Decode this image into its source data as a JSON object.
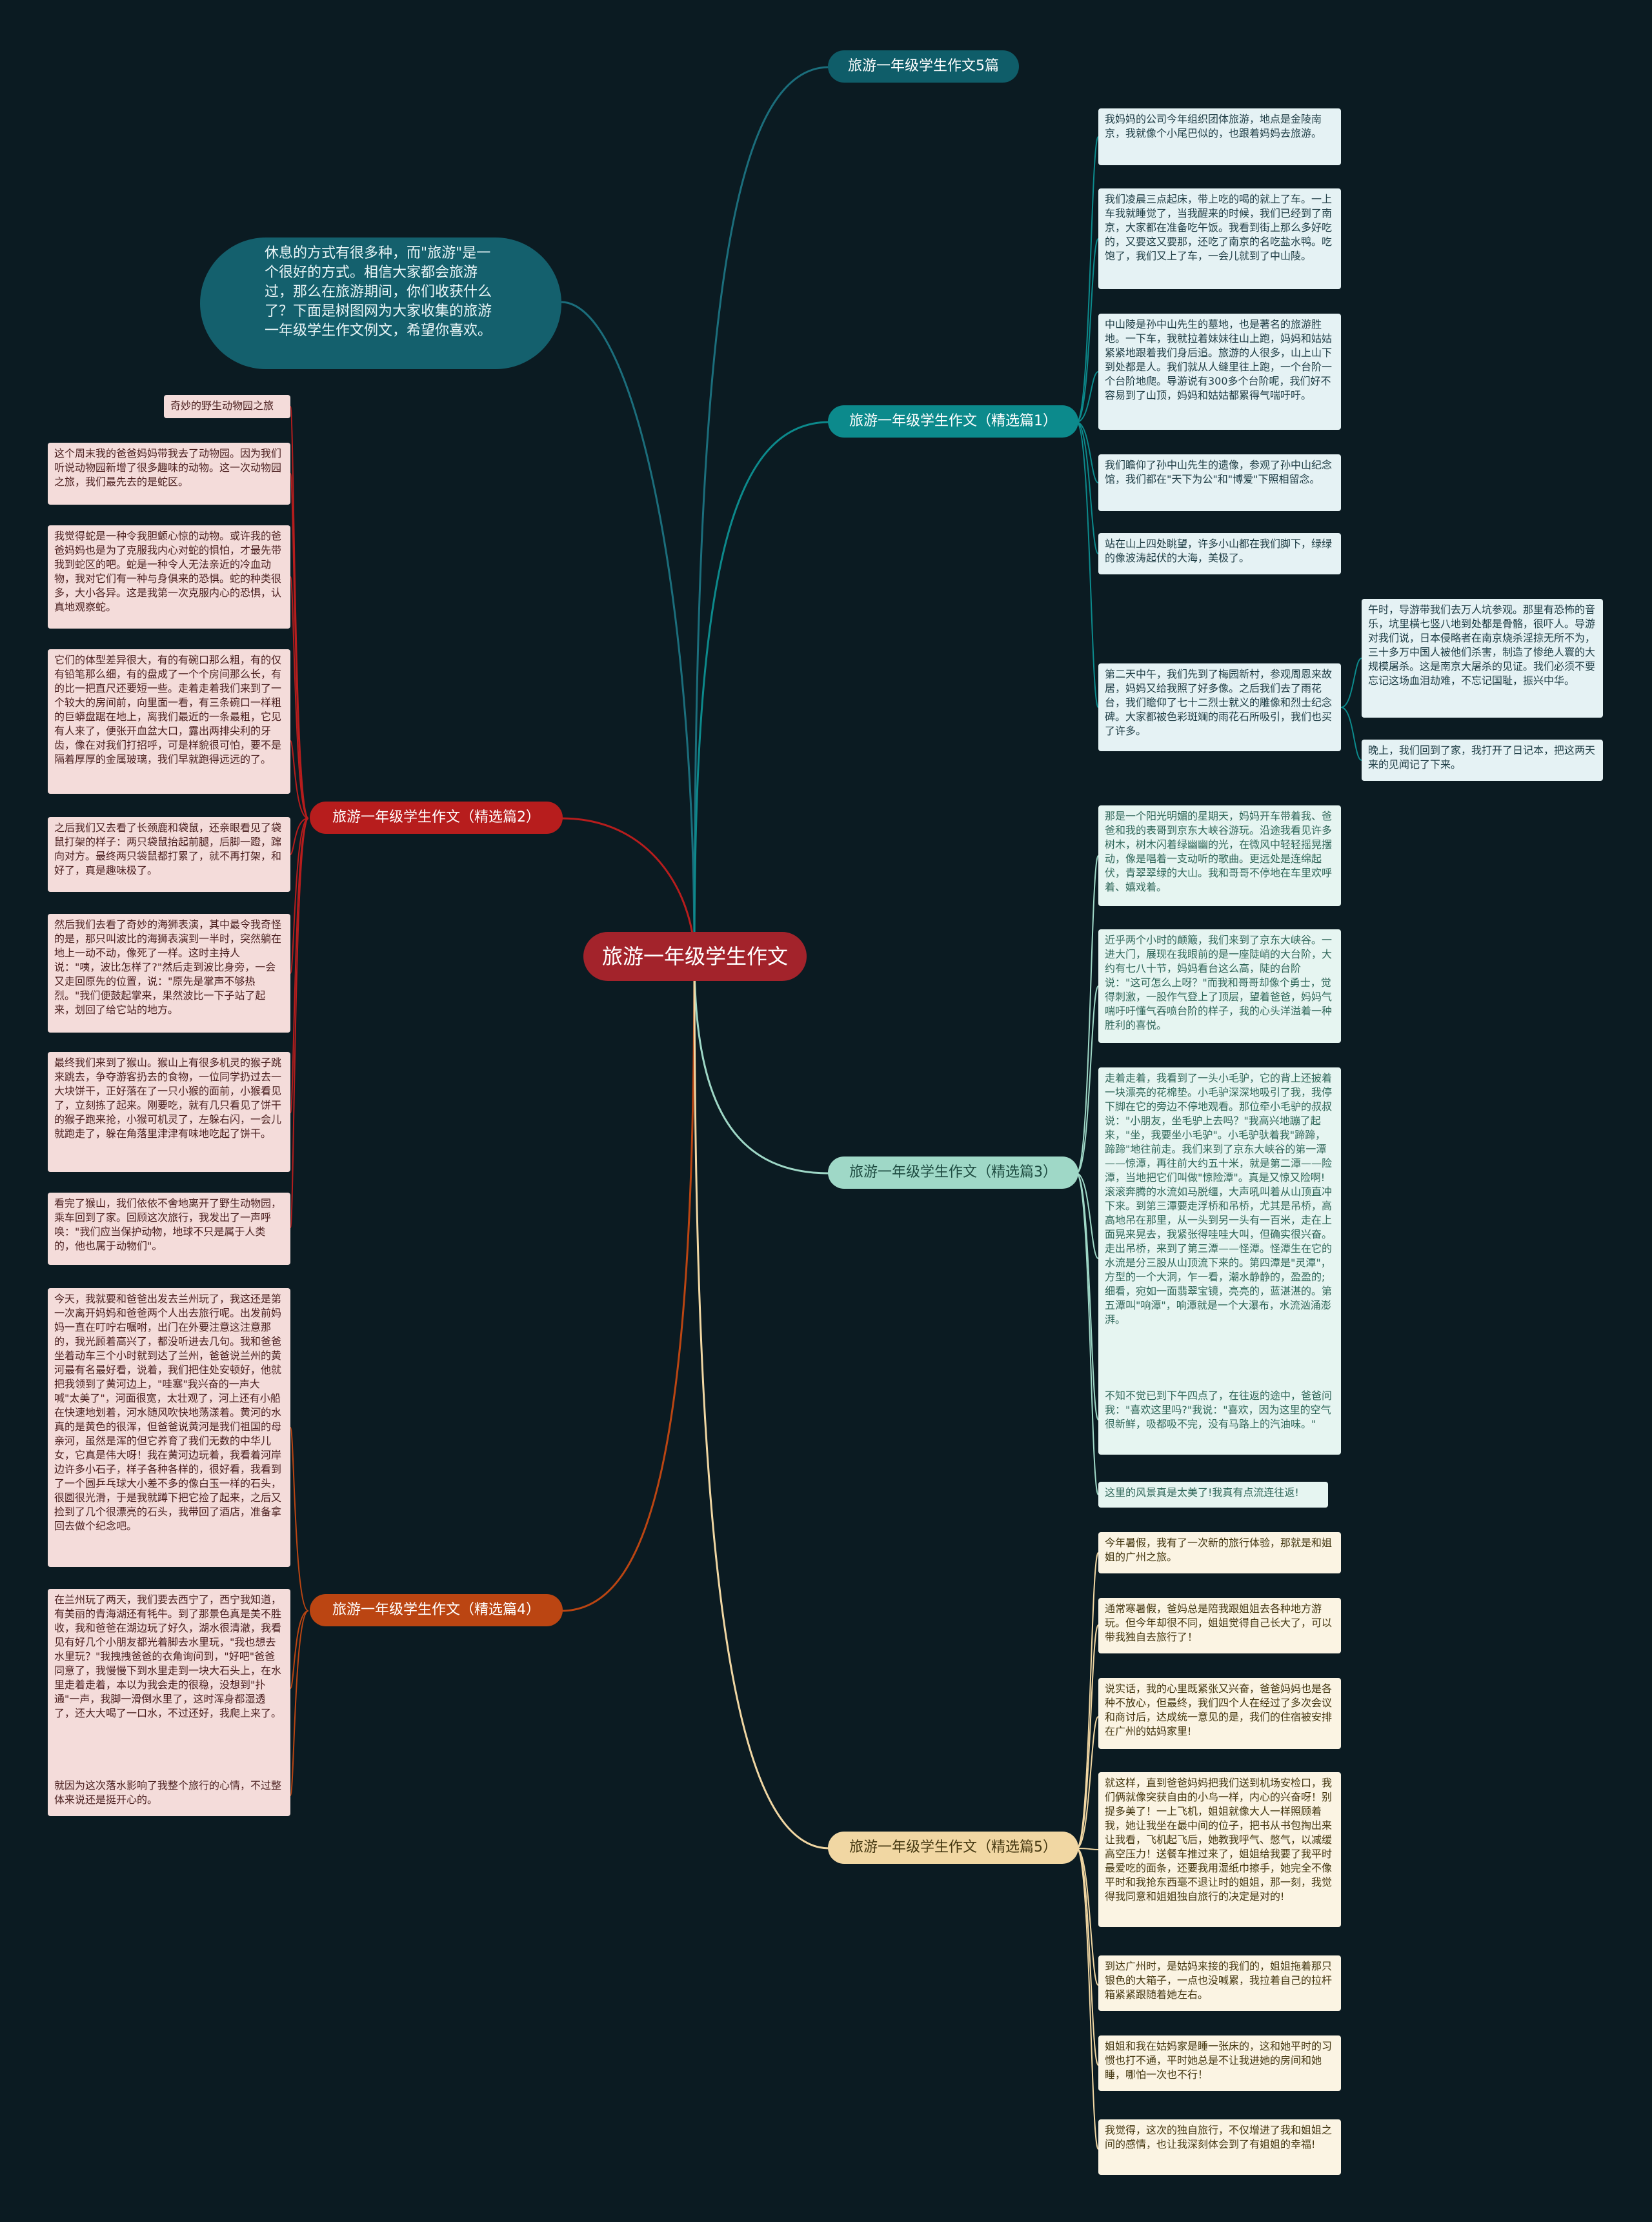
{
  "center": "旅游一年级学生作文",
  "intro": "休息的方式有很多种，而\"旅游\"是一个很好的方式。相信大家都会旅游过，那么在旅游期间，你们收获什么了？下面是树图网为大家收集的旅游一年级学生作文例文，希望你喜欢。",
  "branches": {
    "b5pian": "旅游一年级学生作文5篇",
    "b1": "旅游一年级学生作文（精选篇1）",
    "b2": "旅游一年级学生作文（精选篇2）",
    "b3": "旅游一年级学生作文（精选篇3）",
    "b4": "旅游一年级学生作文（精选篇4）",
    "b5": "旅游一年级学生作文（精选篇5）"
  },
  "notes1": [
    "我妈妈的公司今年组织团体旅游，地点是金陵南京，我就像个小尾巴似的，也跟着妈妈去旅游。",
    "我们凌晨三点起床，带上吃的喝的就上了车。一上车我就睡觉了，当我醒来的时候，我们已经到了南京，大家都在准备吃午饭。我看到街上那么多好吃的，又要这又要那，还吃了南京的名吃盐水鸭。吃饱了，我们又上了车，一会儿就到了中山陵。",
    "中山陵是孙中山先生的墓地，也是著名的旅游胜地。一下车，我就拉着妹妹往山上跑，妈妈和姑姑紧紧地跟着我们身后追。旅游的人很多，山上山下到处都是人。我们就从人缝里往上跑，一个台阶一个台阶地爬。导游说有300多个台阶呢，我们好不容易到了山顶，妈妈和姑姑都累得气喘吁吁。",
    "我们瞻仰了孙中山先生的遗像，参观了孙中山纪念馆，我们都在\"天下为公\"和\"博爱\"下照相留念。",
    "站在山上四处眺望，许多小山都在我们脚下，绿绿的像波涛起伏的大海，美极了。",
    "第二天中午，我们先到了梅园新村，参观周恩来故居，妈妈又给我照了好多像。之后我们去了雨花台，我们瞻仰了七十二烈士就义的雕像和烈士纪念碑。大家都被色彩斑斓的雨花石所吸引，我们也买了许多。"
  ],
  "notes1sub": [
    "午时，导游带我们去万人坑参观。那里有恐怖的音乐，坑里横七竖八地到处都是骨骼，很吓人。导游对我们说，日本侵略者在南京烧杀淫掠无所不为，三十多万中国人被他们杀害，制造了惨绝人寰的大规模屠杀。这是南京大屠杀的见证。我们必须不要忘记这场血泪劫难，不忘记国耻，振兴中华。",
    "晚上，我们回到了家，我打开了日记本，把这两天来的见闻记了下来。"
  ],
  "notes2": [
    "奇妙的野生动物园之旅",
    "这个周末我的爸爸妈妈带我去了动物园。因为我们听说动物园新增了很多趣味的动物。这一次动物园之旅，我们最先去的是蛇区。",
    "我觉得蛇是一种令我胆颤心惊的动物。或许我的爸爸妈妈也是为了克服我内心对蛇的惧怕，才最先带我到蛇区的吧。蛇是一种令人无法亲近的冷血动物，我对它们有一种与身俱来的恐惧。蛇的种类很多，大小各异。这是我第一次克服内心的恐惧，认真地观察蛇。",
    "它们的体型差异很大，有的有碗口那么粗，有的仅有铅笔那么细，有的盘成了一个个房间那么长，有的比一把直尺还要短一些。走着走着我们来到了一个较大的房间前，向里面一看，有三条碗口一样粗的巨蟒盘踞在地上，离我们最近的一条最粗，它见有人来了，便张开血盆大口，露出两排尖利的牙齿，像在对我们打招呼，可是样貌很可怕，要不是隔着厚厚的金属玻璃，我们早就跑得远远的了。",
    "之后我们又去看了长颈鹿和袋鼠，还亲眼看见了袋鼠打架的样子：两只袋鼠抬起前腿，后脚一蹬，蹿向对方。最终两只袋鼠都打累了，就不再打架，和好了，真是趣味极了。",
    "然后我们去看了奇妙的海狮表演，其中最令我奇怪的是，那只叫波比的海狮表演到一半时，突然躺在地上一动不动，像死了一样。这时主持人说：\"咦，波比怎样了?\"然后走到波比身旁，一会又走回原先的位置，说：\"原先是掌声不够热烈。\"我们便鼓起掌来，果然波比一下子站了起来，划回了给它站的地方。",
    "最终我们来到了猴山。猴山上有很多机灵的猴子跳来跳去，争夺游客扔去的食物，一位同学扔过去一大块饼干，正好落在了一只小猴的面前，小猴看见了，立刻拣了起来。刚要吃，就有几只看见了饼干的猴子跑来抢，小猴可机灵了，左躲右闪，一会儿就跑走了，躲在角落里津津有味地吃起了饼干。",
    "看完了猴山，我们依依不舍地离开了野生动物园，乘车回到了家。回顾这次旅行，我发出了一声呼唤：\"我们应当保护动物，地球不只是属于人类的，他也属于动物们\"。"
  ],
  "notes3": [
    "那是一个阳光明媚的星期天，妈妈开车带着我、爸爸和我的表哥到京东大峡谷游玩。沿途我看见许多树木，树木闪着绿幽幽的光，在微风中轻轻摇晃摆动，像是唱着一支动听的歌曲。更远处是连绵起伏，青翠翠绿的大山。我和哥哥不停地在车里欢呼着、嬉戏着。",
    "近乎两个小时的颠簸，我们来到了京东大峡谷。一进大门，展现在我眼前的是一座陡峭的大台阶，大约有七八十节，妈妈看台这么高，陡的台阶说：\"这可怎么上呀？\"而我和哥哥却像个勇士，觉得刺激，一股作气登上了顶层，望着爸爸，妈妈气喘吁吁懂气吞喷台阶的样子，我的心头洋溢着一种胜利的喜悦。",
    "走着走着，我看到了一头小毛驴，它的背上还披着一块漂亮的花棉垫。小毛驴深深地吸引了我，我停下脚在它的旁边不停地观看。那位牵小毛驴的叔叔说：\"小朋友，坐毛驴上去吗？\"我高兴地蹦了起来，\"坐，我要坐小毛驴\"。小毛驴驮着我\"蹄蹄，蹄蹄\"地往前走。我们来到了京东大峡谷的第一潭——惊潭，再往前大约五十米，就是第二潭——险潭，当地把它们叫做\"惊险潭\"。真是又惊又险啊!滚滚奔腾的水流如马脱缰，大声吼叫着从山顶直冲下来。到第三潭要走浮桥和吊桥，尤其是吊桥，高高地吊在那里，从一头到另一头有一百米，走在上面晃来晃去，我紧张得哇哇大叫，但确实很兴奋。走出吊桥，来到了第三潭——怪潭。怪潭生在它的水流是分三股从山顶流下来的。第四潭是\"灵潭\"，方型的一个大洞，乍一看，潮水静静的，盈盈的;细看，宛如一面翡翠宝镜，亮亮的，蓝湛湛的。第五潭叫\"响潭\"，响潭就是一个大瀑布，水流汹涌澎湃。",
    "不知不觉已到下午四点了，在往返的途中，爸爸问我：\"喜欢这里吗?\"我说：\"喜欢，因为这里的空气很新鲜，吸都吸不完，没有马路上的汽油味。\"",
    "这里的风景真是太美了!我真有点流连往返!"
  ],
  "notes4": [
    "今天，我就要和爸爸出发去兰州玩了，我这还是第一次离开妈妈和爸爸两个人出去旅行呢。出发前妈妈一直在叮咛右嘱咐，出门在外要注意这注意那的，我光顾着高兴了，都没听进去几句。我和爸爸坐着动车三个小时就到达了兰州，爸爸说兰州的黄河最有名最好看，说着，我们把住处安顿好，他就把我领到了黄河边上，\"哇塞\"我兴奋的一声大喊\"太美了\"，河面很宽，太壮观了，河上还有小船在快速地划着，河水随风吹快地荡漾着。黄河的水真的是黄色的很浑，但爸爸说黄河是我们祖国的母亲河，虽然是浑的但它养育了我们无数的中华儿女，它真是伟大呀！我在黄河边玩着，我看着河岸边许多小石子，样子各种各样的，很好看，我看到了一个圆乒乓球大小差不多的像白玉一样的石头，很圆很光滑，于是我就蹲下把它捡了起来，之后又捡到了几个很漂亮的石头，我带回了酒店，准备拿回去做个纪念吧。",
    "在兰州玩了两天，我们要去西宁了，西宁我知道，有美丽的青海湖还有牦牛。到了那景色真是美不胜收，我和爸爸在湖边玩了好久，湖水很清澈，我看见有好几个小朋友都光着脚去水里玩，\"我也想去水里玩？\"我拽拽爸爸的衣角询问到，\"好吧\"爸爸同意了，我慢慢下到水里走到一块大石头上，在水里走着走着，本以为我会走的很稳，没想到\"扑通\"一声，我脚一滑倒水里了，这时浑身都湿透了，还大大喝了一口水，不过还好，我爬上来了。",
    "就因为这次落水影响了我整个旅行的心情，不过整体来说还是挺开心的。"
  ],
  "notes5": [
    "今年暑假，我有了一次新的旅行体验，那就是和姐姐的广州之旅。",
    "通常寒暑假，爸妈总是陪我跟姐姐去各种地方游玩。但今年却很不同，姐姐觉得自己长大了，可以带我独自去旅行了！",
    "说实话，我的心里既紧张又兴奋，爸爸妈妈也是各种不放心，但最终，我们四个人在经过了多次会议和商讨后，达成统一意见的是，我们的住宿被安排在广州的姑妈家里!",
    "就这样，直到爸爸妈妈把我们送到机场安检口，我们俩就像突获自由的小鸟一样，内心的兴奋呀！别提多美了！一上飞机，姐姐就像大人一样照顾着我，她让我坐在最中间的位子，把书从书包掏出来让我看，飞机起飞后，她教我呼气、憋气，以减缓高空压力！送餐车推过来了，姐姐给我要了我平时最爱吃的面条，还要我用湿纸巾擦手，她完全不像平时和我抢东西毫不退让时的姐姐，那一刻，我觉得我同意和姐姐独自旅行的决定是对的!",
    "到达广州时，是姑妈来接的我们的，姐姐拖着那只银色的大箱子，一点也没喊累，我拉着自己的拉杆箱紧紧跟随着她左右。",
    "姐姐和我在姑妈家是睡一张床的，这和她平时的习惯也打不通，平时她总是不让我进她的房间和她睡，哪怕一次也不行！",
    "我觉得，这次的独自旅行，不仅增进了我和姐姐之间的感情，也让我深刻体会到了有姐姐的幸福!"
  ],
  "colors": {
    "background": "#0b1b22",
    "center": "#a3232b",
    "intro": "#14606d",
    "b5pian": "#0f5d69",
    "b1": "#0c8a8c",
    "b2": "#b71d1d",
    "b3": "#9fd8c7",
    "b4": "#bb4512",
    "b5": "#f1d7a3"
  }
}
